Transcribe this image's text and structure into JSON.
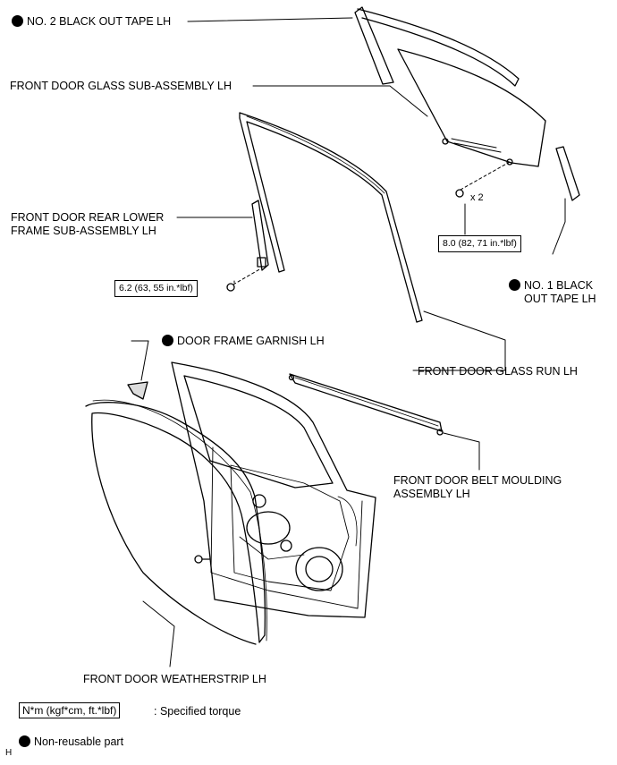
{
  "labels": {
    "no2_black_out_tape": "NO. 2 BLACK OUT TAPE LH",
    "front_door_glass": "FRONT DOOR GLASS SUB-ASSEMBLY LH",
    "rear_lower_frame_1": "FRONT DOOR REAR LOWER",
    "rear_lower_frame_2": "FRAME SUB-ASSEMBLY LH",
    "no1_black_1": "NO. 1 BLACK",
    "no1_black_2": "OUT TAPE LH",
    "door_frame_garnish": "DOOR FRAME GARNISH LH",
    "glass_run": "FRONT DOOR GLASS RUN LH",
    "belt_moulding_1": "FRONT DOOR BELT MOULDING",
    "belt_moulding_2": "ASSEMBLY LH",
    "weatherstrip": "FRONT DOOR WEATHERSTRIP LH",
    "qty": "x 2"
  },
  "torques": {
    "glass_bolt": "8.0 (82, 71 in.*lbf)",
    "frame_bolt": "6.2 (63, 55 in.*lbf)"
  },
  "legend": {
    "torque_box": "N*m (kgf*cm, ft.*lbf)",
    "torque_text": ": Specified torque",
    "nonreusable_text": "Non-reusable part"
  },
  "figure_code": "H"
}
